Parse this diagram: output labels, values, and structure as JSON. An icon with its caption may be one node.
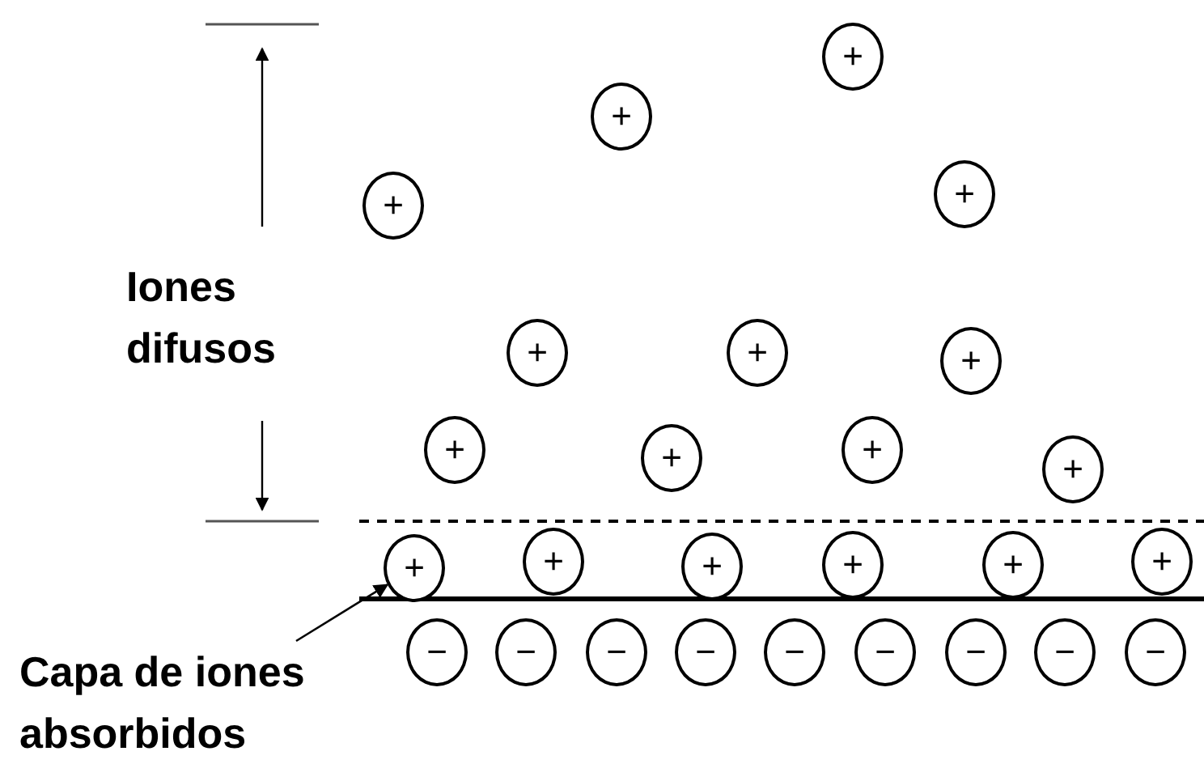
{
  "diagram": {
    "nodes": [
      {
        "text": [
          "+"
        ]
      },
      {
        "text": [
          "+"
        ]
      },
      {
        "text": [
          "+"
        ]
      },
      {
        "text": [
          "+"
        ]
      },
      {
        "text": [
          "+"
        ]
      },
      {
        "text": [
          "+"
        ]
      },
      {
        "text": [
          "+"
        ]
      },
      {
        "text": [
          "+"
        ]
      },
      {
        "text": [
          "+"
        ]
      },
      {
        "text": [
          "+"
        ]
      },
      {
        "text": [
          "+"
        ]
      },
      {
        "text": [
          "+"
        ]
      },
      {
        "text": [
          "+"
        ]
      },
      {
        "text": [
          "+"
        ]
      },
      {
        "text": [
          "+"
        ]
      },
      {
        "text": [
          "+"
        ]
      },
      {
        "text": [
          "+"
        ]
      },
      {
        "text": [
          "−"
        ]
      },
      {
        "text": [
          "−"
        ]
      },
      {
        "text": [
          "−"
        ]
      },
      {
        "text": [
          "−"
        ]
      },
      {
        "text": [
          "−"
        ]
      },
      {
        "text": [
          "−"
        ]
      },
      {
        "text": [
          "−"
        ]
      },
      {
        "text": [
          "−"
        ]
      },
      {
        "text": [
          "−"
        ]
      },
      {
        "text": [
          "Capa de iones absorbidos"
        ]
      }
    ],
    "edges": [
      {
        "from": 26,
        "to": 11,
        "arrow": "to"
      }
    ],
    "labels": [
      "Iones difusos"
    ]
  }
}
